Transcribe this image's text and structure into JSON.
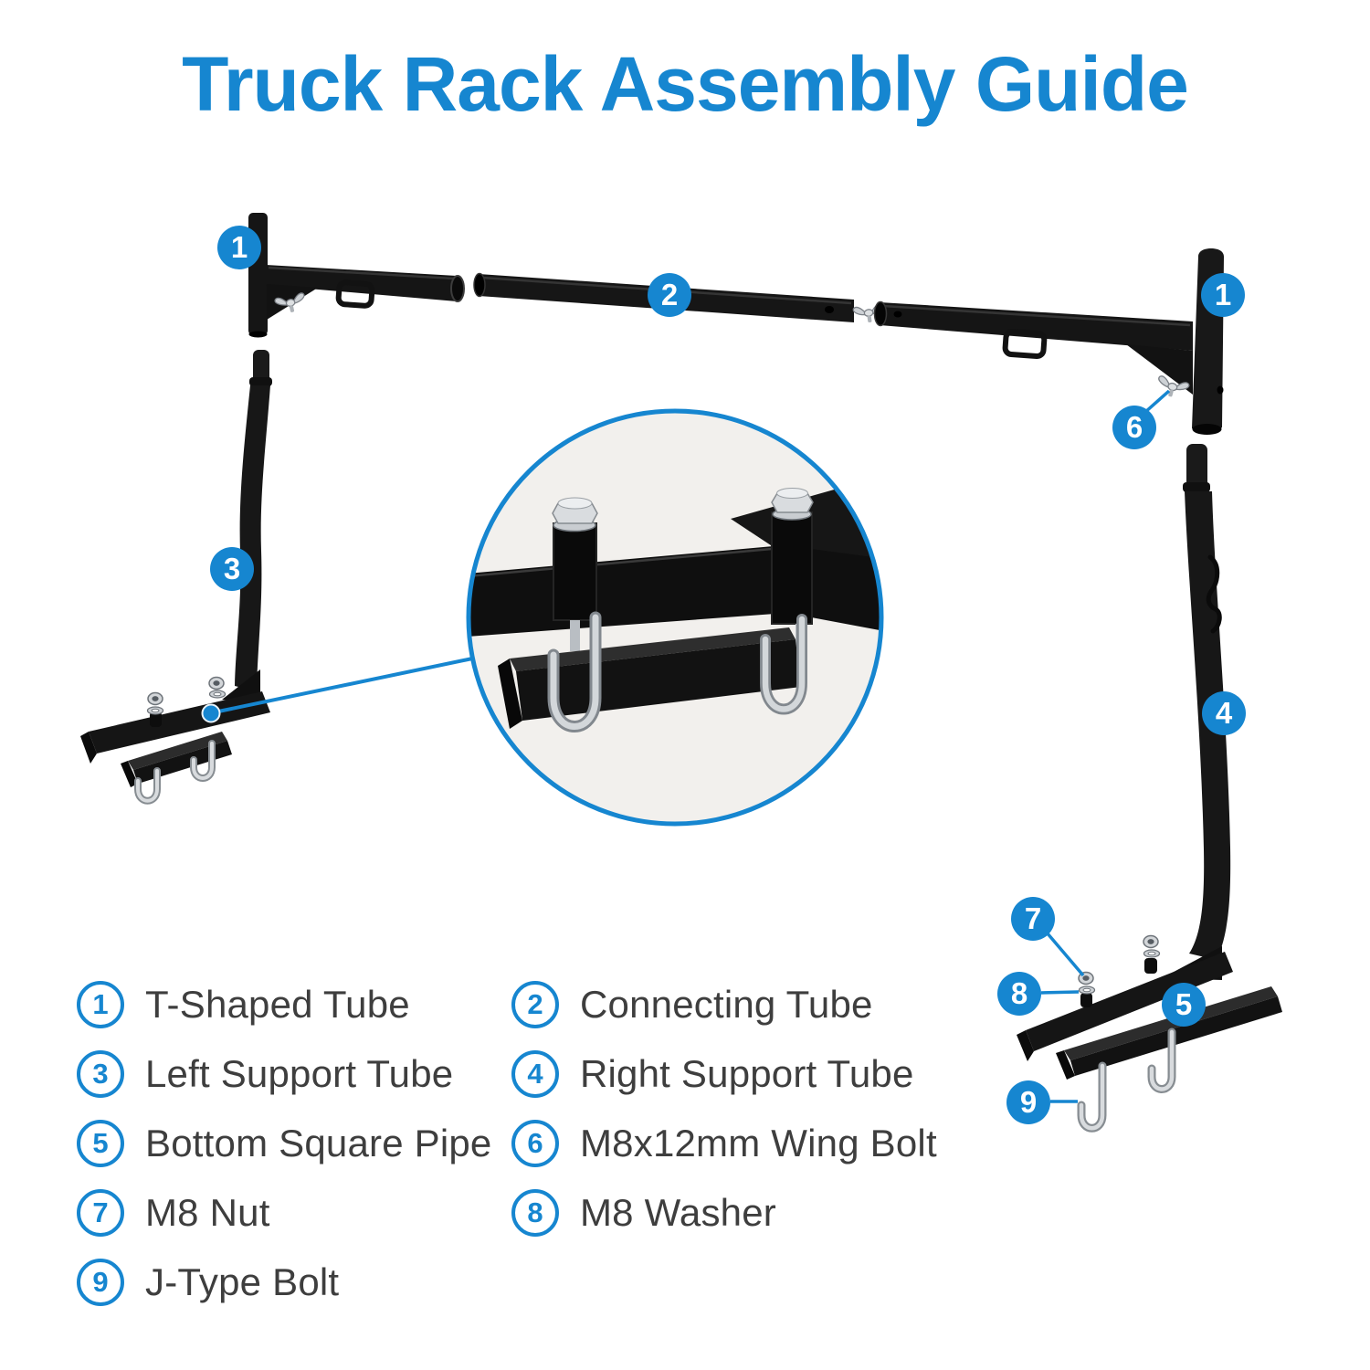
{
  "title": "Truck Rack Assembly Guide",
  "colors": {
    "accent": "#1686d0",
    "label_text": "#3e3e3e",
    "metal_black": "#151515",
    "hardware_silver": "#c9cdd1"
  },
  "diagram": {
    "badges": [
      {
        "num": "1",
        "part": "t-shaped-tube-left"
      },
      {
        "num": "2",
        "part": "connecting-tube"
      },
      {
        "num": "1",
        "part": "t-shaped-tube-right"
      },
      {
        "num": "6",
        "part": "wing-bolt"
      },
      {
        "num": "3",
        "part": "left-support-tube"
      },
      {
        "num": "4",
        "part": "right-support-tube"
      },
      {
        "num": "7",
        "part": "m8-nut"
      },
      {
        "num": "8",
        "part": "m8-washer"
      },
      {
        "num": "5",
        "part": "bottom-square-pipe"
      },
      {
        "num": "9",
        "part": "j-type-bolt"
      }
    ]
  },
  "legend": {
    "items": [
      {
        "num": "1",
        "label": "T-Shaped Tube"
      },
      {
        "num": "2",
        "label": "Connecting Tube"
      },
      {
        "num": "3",
        "label": "Left Support Tube"
      },
      {
        "num": "4",
        "label": "Right Support Tube"
      },
      {
        "num": "5",
        "label": "Bottom Square Pipe"
      },
      {
        "num": "6",
        "label": "M8x12mm Wing Bolt"
      },
      {
        "num": "7",
        "label": "M8 Nut"
      },
      {
        "num": "8",
        "label": "M8 Washer"
      },
      {
        "num": "9",
        "label": "J-Type Bolt"
      }
    ]
  }
}
